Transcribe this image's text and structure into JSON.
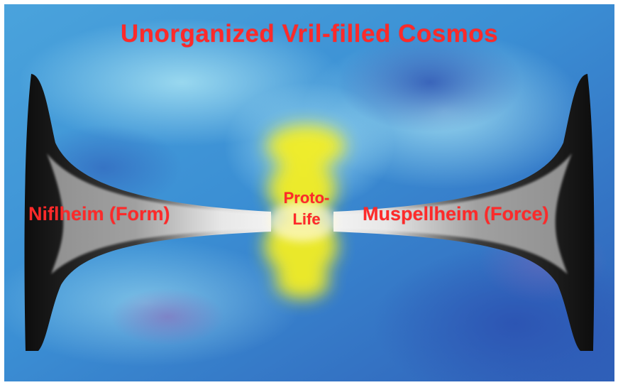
{
  "diagram": {
    "title": "Unorganized Vril-filled Cosmos",
    "left_label": "Niflheim (Form)",
    "right_label": "Muspellheim (Force)",
    "center_label_line1": "Proto-",
    "center_label_line2": "Life"
  },
  "colors": {
    "text": "#ff2a2a",
    "background": "#3f93d6",
    "glow": "#f4ee22",
    "funnel": "#202020"
  }
}
